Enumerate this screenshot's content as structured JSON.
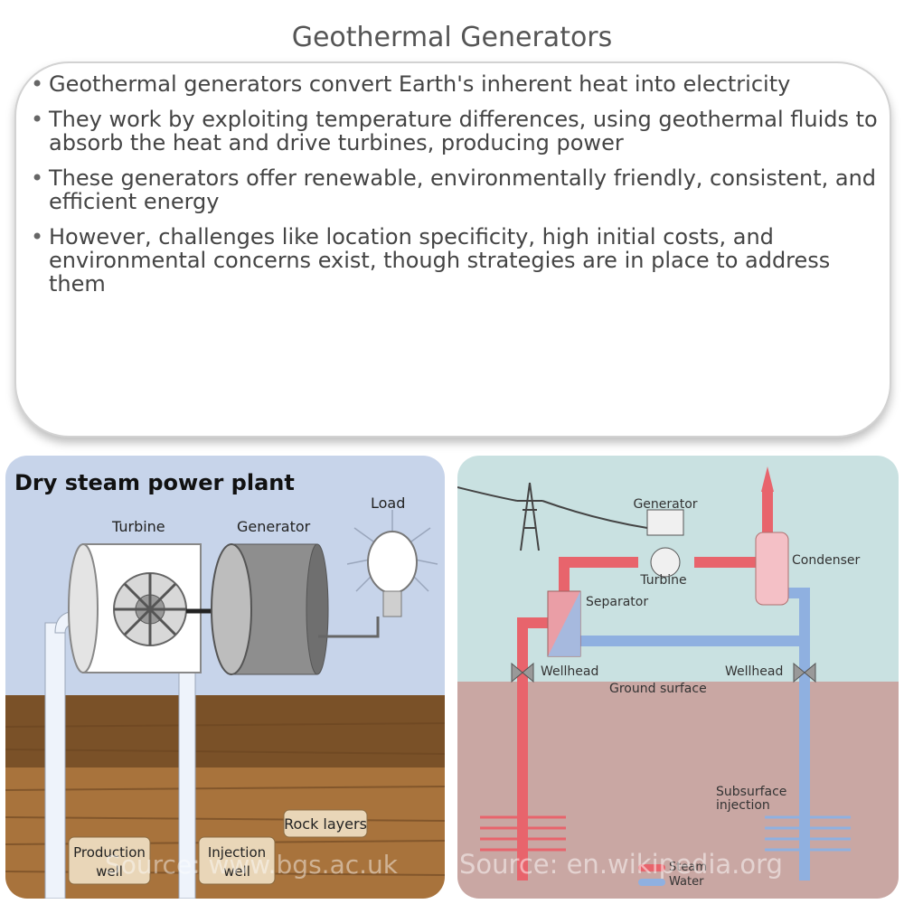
{
  "title": "Geothermal Generators",
  "bullets": [
    "Geothermal generators convert Earth's inherent heat into electricity",
    "They work by exploiting temperature differences, using geothermal fluids to absorb the heat and drive turbines, producing power",
    "These generators offer renewable, environmentally friendly, consistent, and efficient energy",
    "However, challenges like location specificity, high initial costs, and environmental concerns exist, though strategies are in place to address them"
  ],
  "left_figure": {
    "heading": "Dry steam power plant",
    "turbine": "Turbine",
    "generator": "Generator",
    "load": "Load",
    "rock_layers": "Rock layers",
    "production_well_1": "Production",
    "production_well_2": "well",
    "injection_well_1": "Injection",
    "injection_well_2": "well",
    "watermark": "Source: www.bgs.ac.uk"
  },
  "right_figure": {
    "generator": "Generator",
    "turbine": "Turbine",
    "condenser": "Condenser",
    "separator": "Separator",
    "wellhead_left": "Wellhead",
    "wellhead_right": "Wellhead",
    "ground_surface": "Ground surface",
    "subsurface_1": "Subsurface",
    "subsurface_2": "injection",
    "legend_steam": "Steam",
    "legend_water": "Water",
    "watermark": "Source: en.wikipedia.org",
    "colors": {
      "steam": "#e8646c",
      "water": "#8fb0e0"
    }
  }
}
